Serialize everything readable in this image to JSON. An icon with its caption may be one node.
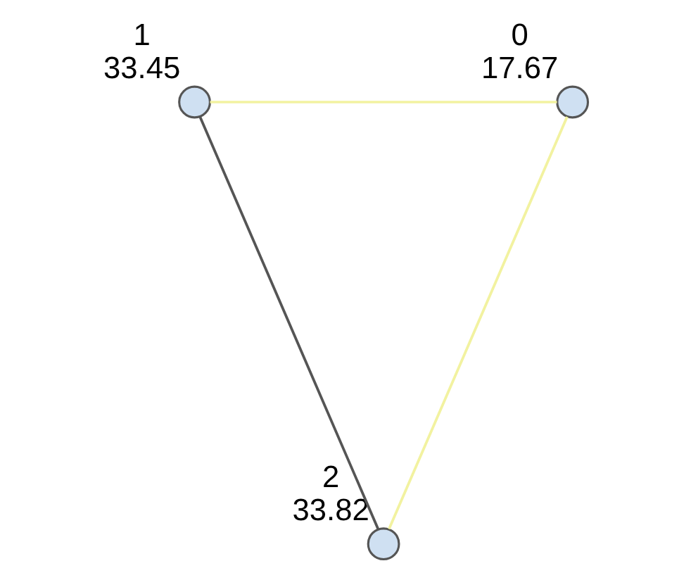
{
  "diagram": {
    "nodes": [
      {
        "text": [],
        "shape": "circle",
        "beside": [
          "1",
          "33.45"
        ]
      },
      {
        "text": [],
        "shape": "circle",
        "beside": [
          "0",
          "17.67"
        ]
      },
      {
        "text": [],
        "shape": "circle",
        "beside": [
          "2",
          "33.82"
        ]
      }
    ],
    "edges": [
      {
        "from": 0,
        "to": 1,
        "arrow": "none",
        "color": "#f2f2a0"
      },
      {
        "from": 1,
        "to": 2,
        "arrow": "none",
        "color": "#f2f2a0"
      },
      {
        "from": 0,
        "to": 2,
        "arrow": "none",
        "color": "#555555"
      }
    ]
  }
}
